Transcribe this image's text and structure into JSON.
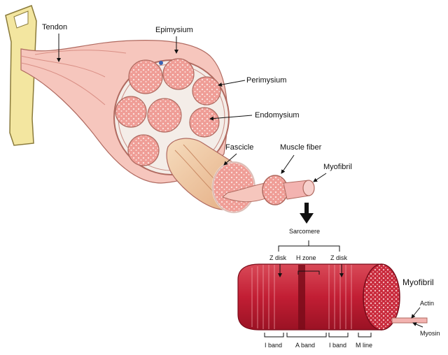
{
  "labels": {
    "tendon": "Tendon",
    "epimysium": "Epimysium",
    "perimysium": "Perimysium",
    "endomysium": "Endomysium",
    "fascicle": "Fascicle",
    "muscle_fiber": "Muscle fiber",
    "myofibril_top": "Myofibril",
    "sarcomere": "Sarcomere",
    "z_disk_left": "Z disk",
    "h_zone": "H zone",
    "z_disk_right": "Z disk",
    "myofibril_big": "Myofibril",
    "actin": "Actin",
    "myosin": "Myosin",
    "i_band_left": "I band",
    "a_band": "A band",
    "i_band_right": "I band",
    "m_line": "M line"
  },
  "colors": {
    "bone": "#f3e6a0",
    "bone_stroke": "#8a7a3a",
    "muscle_pink": "#f6c6bd",
    "muscle_stroke": "#b06a60",
    "fascicle_fill": "#ee9c95",
    "connective": "#f4ede8",
    "fascicle_tan": "#f0cba4",
    "myofibril_red": "#c92a3c",
    "myofibril_dark": "#8a0f20",
    "arrow": "#111111"
  }
}
